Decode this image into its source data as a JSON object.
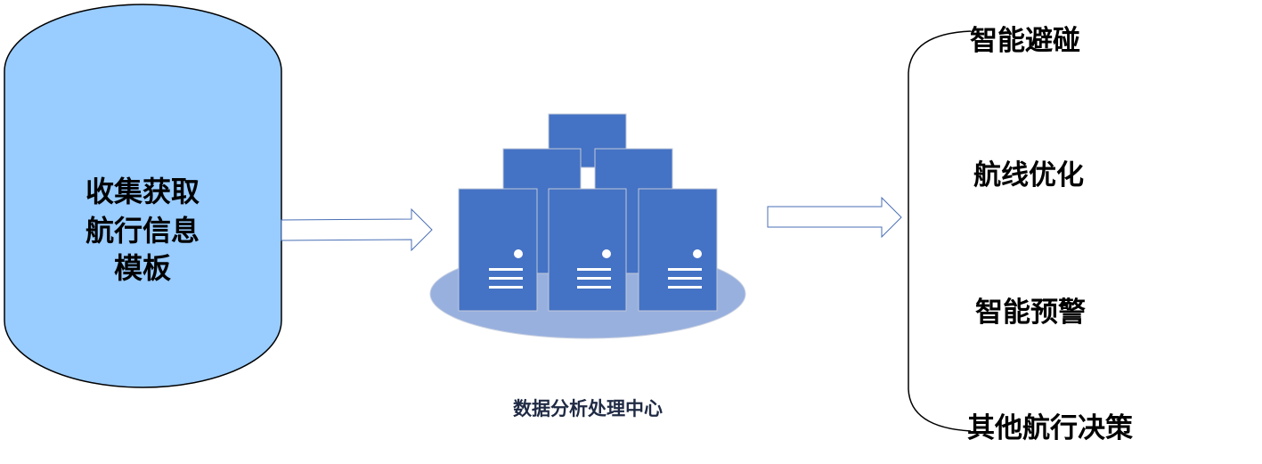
{
  "source": {
    "lines": [
      "收集获取",
      "航行信息",
      "模板"
    ],
    "fill": "#99ccff"
  },
  "center": {
    "label": "数据分析处理中心",
    "server_color": "#4472c4",
    "base_color": "#98b0de"
  },
  "outputs": [
    {
      "label": "智能避碰"
    },
    {
      "label": "航线优化"
    },
    {
      "label": "智能预警"
    },
    {
      "label": "其他航行决策"
    }
  ]
}
